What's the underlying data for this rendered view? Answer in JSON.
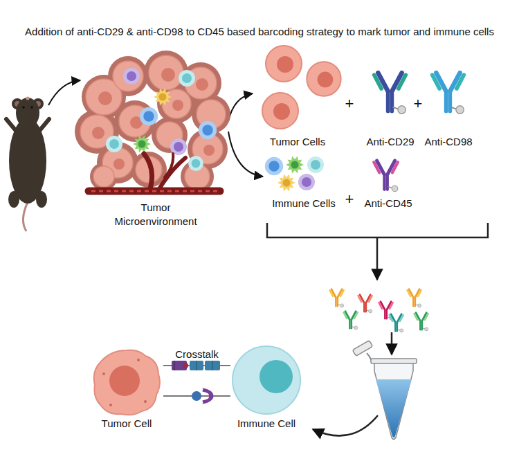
{
  "diagram": {
    "title": "Addition of anti-CD29 & anti-CD98 to CD45 based barcoding strategy to mark tumor and immune cells",
    "nodes": [
      {
        "text": [
          "Tumor Microenvironment"
        ]
      },
      {
        "text": [
          "Tumor Cells"
        ]
      },
      {
        "text": [
          "Anti-CD29"
        ]
      },
      {
        "text": [
          "Anti-CD98"
        ]
      },
      {
        "text": [
          "Immune Cells"
        ]
      },
      {
        "text": [
          "Anti-CD45"
        ]
      },
      {
        "text": [
          "Tumor Cell"
        ]
      },
      {
        "text": [
          "Immune Cell"
        ]
      }
    ],
    "edges": [
      {
        "from": 0,
        "to": 1,
        "arrow": "to"
      },
      {
        "from": 0,
        "to": 4,
        "arrow": "to"
      },
      {
        "from": 6,
        "to": 7,
        "label": "Crosstalk",
        "arrow": "none"
      },
      {
        "from": 6,
        "to": 7,
        "arrow": "none"
      }
    ],
    "labels": [
      "+",
      "+",
      "+"
    ]
  }
}
